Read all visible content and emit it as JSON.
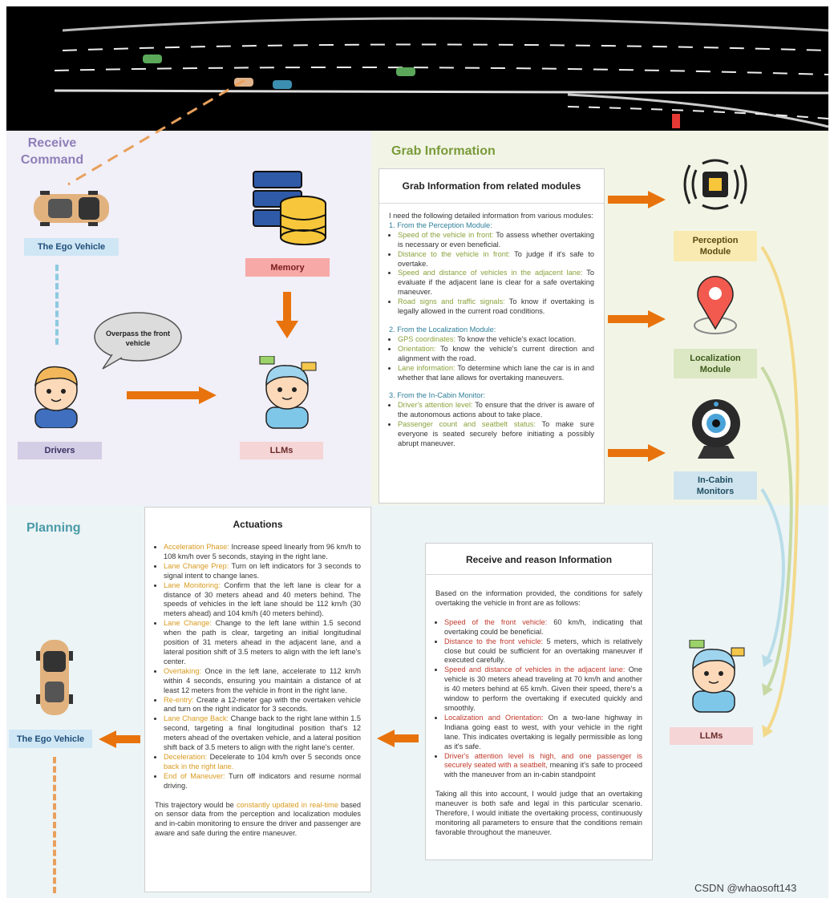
{
  "sections": {
    "receive_command": "Receive\nCommand",
    "grab_information": "Grab Information",
    "planning": "Planning"
  },
  "labels": {
    "ego_vehicle_top": "The Ego Vehicle",
    "memory": "Memory",
    "speech_bubble": "Overpass the front vehicle",
    "drivers": "Drivers",
    "llms_top": "LLMs",
    "perception_module": "Perception\nModule",
    "localization_module": "Localization\nModule",
    "in_cabin_monitors": "In-Cabin\nMonitors",
    "llms_right": "LLMs",
    "ego_vehicle_bottom": "The Ego Vehicle"
  },
  "grab_box": {
    "title": "Grab Information from related modules",
    "intro": "I need the following detailed information from various modules:",
    "groups": [
      {
        "heading": "1. From the Perception Module:",
        "items": [
          {
            "key": "Speed of the vehicle in front:",
            "text": " To assess whether overtaking is necessary or even beneficial."
          },
          {
            "key": "Distance to the vehicle in front:",
            "text": " To judge if it's safe to overtake."
          },
          {
            "key": "Speed and distance of vehicles in the adjacent lane:",
            "text": " To evaluate if the adjacent lane is clear for a safe overtaking maneuver."
          },
          {
            "key": "Road signs and traffic signals:",
            "text": " To know if overtaking is legally allowed in the current road conditions."
          }
        ]
      },
      {
        "heading": "2. From the Localization Module:",
        "items": [
          {
            "key": "GPS coordinates:",
            "text": " To know the vehicle's exact location."
          },
          {
            "key": "Orientation:",
            "text": " To know the vehicle's current direction and alignment with the road."
          },
          {
            "key": "Lane information:",
            "text": " To determine which lane the car is in and whether that lane allows for overtaking maneuvers."
          }
        ]
      },
      {
        "heading": "3. From the In-Cabin Monitor:",
        "items": [
          {
            "key": "Driver's attention level:",
            "text": " To ensure that the driver is aware of the autonomous actions about to take place."
          },
          {
            "key": "Passenger count and seatbelt status:",
            "text": " To make sure everyone is seated securely before initiating a possibly abrupt maneuver."
          }
        ]
      }
    ]
  },
  "actuations_box": {
    "title": "Actuations",
    "items": [
      {
        "key": "Acceleration Phase:",
        "text": " Increase speed linearly from 96 km/h to 108 km/h over 5 seconds, staying in the right lane."
      },
      {
        "key": "Lane Change Prep:",
        "text": " Turn on left indicators for 3 seconds to signal intent to change lanes."
      },
      {
        "key": "Lane Monitoring:",
        "text": " Confirm that the left lane is clear for a distance of 30 meters ahead and 40 meters behind. The speeds of vehicles in the left lane should be 112 km/h (30 meters ahead) and 104 km/h (40 meters behind)."
      },
      {
        "key": "Lane Change:",
        "text": " Change to the left lane within 1.5 second when the path is clear, targeting an initial longitudinal position of 31 meters ahead in the adjacent lane, and a lateral position shift of 3.5 meters to align with the left lane's center."
      },
      {
        "key": "Overtaking:",
        "text": " Once in the left lane, accelerate to 112 km/h within 4 seconds, ensuring you maintain a distance of at least 12 meters from the vehicle in front in the right lane."
      },
      {
        "key": "Re-entry:",
        "text": " Create a 12-meter gap with the overtaken vehicle and turn on the right indicator for 3 seconds."
      },
      {
        "key": "Lane Change Back:",
        "text": " Change back to the right lane within 1.5 second, targeting a final longitudinal position that's 12 meters ahead of the overtaken vehicle, and a lateral position shift back of 3.5 meters to align with the right lane's center."
      },
      {
        "key": "Deceleration:",
        "text": " Decelerate to 104 km/h over 5 seconds once ",
        "tail_key": "back in the right lane."
      },
      {
        "key": "End of Maneuver:",
        "text": " Turn off indicators and resume normal driving."
      }
    ],
    "footer_pre": "This trajectory would be ",
    "footer_key": "constantly updated in real-time",
    "footer_post": " based on sensor data from the perception and localization modules and in-cabin monitoring to ensure the driver and passenger are aware and safe during the entire maneuver."
  },
  "reason_box": {
    "title": "Receive and reason Information",
    "intro": "Based on the information provided, the conditions for safely overtaking the vehicle in front are as follows:",
    "items": [
      {
        "key": "Speed of the front vehicle:",
        "text": " 60 km/h, indicating that overtaking could be beneficial."
      },
      {
        "key": "Distance to the front vehicle:",
        "text": " 5 meters, which is relatively close but could be sufficient for an overtaking maneuver if executed carefully."
      },
      {
        "key": "Speed and distance of vehicles in the adjacent lane:",
        "text": " One vehicle is 30 meters ahead traveling at 70 km/h and another is 40 meters behind at 65 km/h. Given their speed, there's a window to perform the overtaking if executed quickly and smoothly."
      },
      {
        "key": "Localization and Orientation:",
        "text": " On a two-lane highway in Indiana going east to west, with your vehicle in the right lane. This indicates overtaking is legally permissible as long as it's safe."
      },
      {
        "key": "Driver's attention level is high, and one passenger is securely seated with a seatbelt,",
        "text": " meaning it's safe to proceed with the maneuver from an in-cabin standpoint"
      }
    ],
    "conclusion": "Taking all this into account, I would judge that an overtaking maneuver is both safe and legal in this particular scenario. Therefore, I would initiate the overtaking process, continuously monitoring all parameters to ensure that the conditions remain favorable throughout the maneuver."
  },
  "watermark": "CSDN @whaosoft143",
  "colors": {
    "orange_arrow": "#e8730c",
    "ego_tag_bg": "#cfe6f5",
    "memory_tag_bg": "#f6a9a7",
    "drivers_tag_bg": "#d3cde6",
    "llms_tag_bg": "#f5d5d5",
    "perception_tag_bg": "#f8eab0",
    "localization_tag_bg": "#dce8c4",
    "incabin_tag_bg": "#cfe4ee",
    "receive_title": "#8f7fb8",
    "grab_title": "#7a9a3a",
    "plan_title": "#4a9aa8"
  }
}
